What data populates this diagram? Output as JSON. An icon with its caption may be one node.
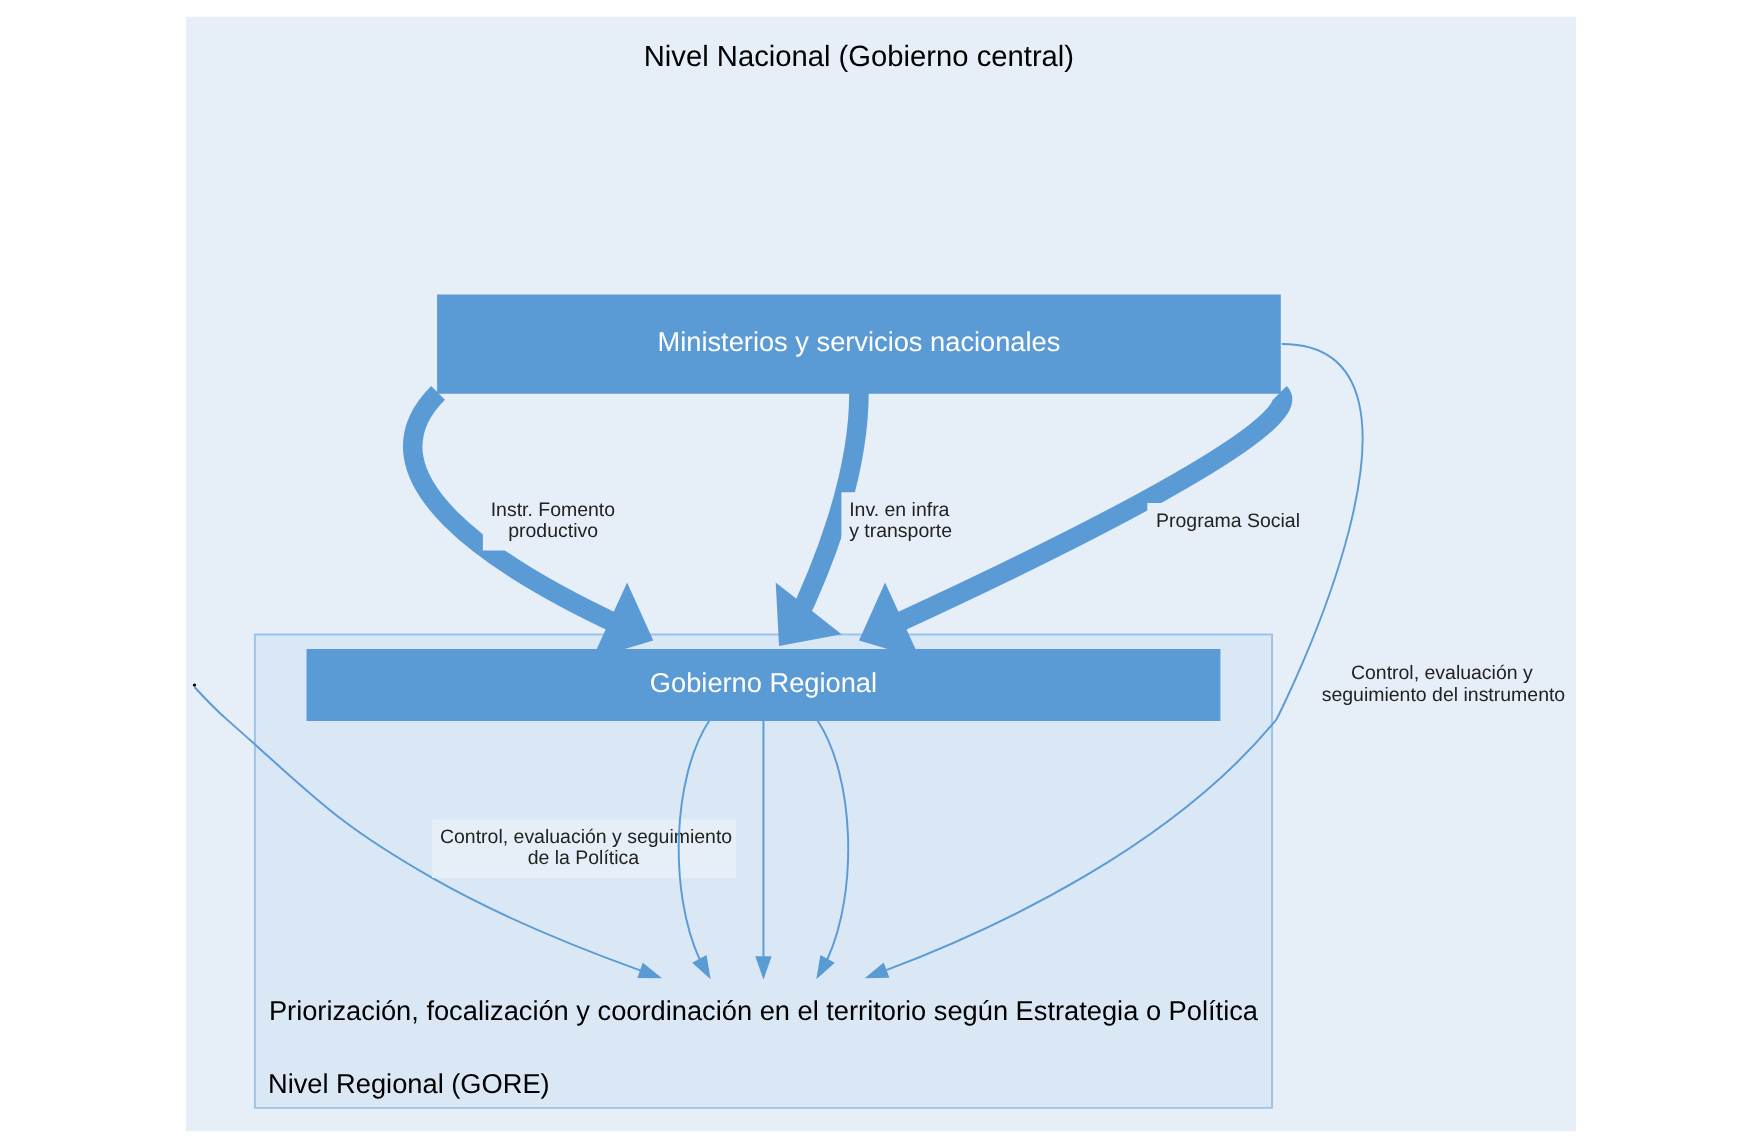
{
  "diagram": {
    "nodes": [
      {
        "text": [
          "Ministerios y servicios nacionales"
        ]
      },
      {
        "text": [
          "Nivel Regional (GORE)"
        ]
      },
      {
        "text": [
          "Gobierno Regional"
        ],
        "in": 1
      },
      {
        "text": [
          "Priorización, focalización y coordinación en el territorio según Estrategia o Política"
        ],
        "in": 1
      }
    ],
    "edges": [
      {
        "from": 0,
        "to": 1,
        "arrow": "to",
        "label": "Instr. Fomento productivo",
        "style": "thick"
      },
      {
        "from": 0,
        "to": 1,
        "arrow": "to",
        "label": "Inv. en infra y transporte",
        "style": "thick"
      },
      {
        "from": 0,
        "to": 1,
        "arrow": "to",
        "label": "Programa Social",
        "style": "thick"
      },
      {
        "from": 2,
        "to": 3,
        "arrow": "to"
      },
      {
        "from": 2,
        "to": 3,
        "arrow": "to"
      },
      {
        "from": 2,
        "to": 3,
        "arrow": "to"
      },
      {
        "from": null,
        "to": 3,
        "arrow": "to",
        "label": "Control, evaluación y seguimiento de la Política"
      },
      {
        "from": 0,
        "to": 3,
        "arrow": "to",
        "label": "Control, evaluación y seguimiento del instrumento"
      }
    ],
    "labels": [
      "Nivel Nacional (Gobierno central)"
    ]
  }
}
